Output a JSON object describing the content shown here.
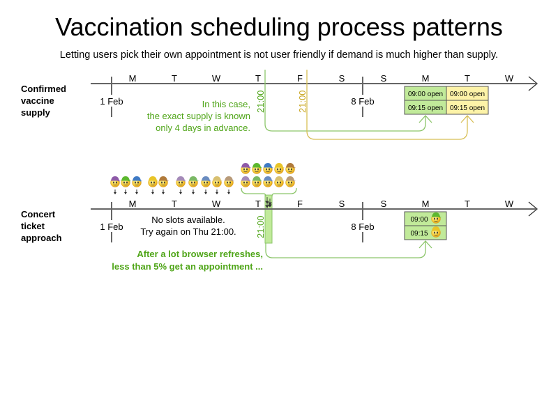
{
  "title": "Vaccination scheduling process patterns",
  "subtitle": "Letting users pick their own appointment is not user friendly if demand is much higher than supply.",
  "colors": {
    "axis": "#666666",
    "green": "#4fa518",
    "green_line": "#8cc56a",
    "green_fill": "#c1ea9a",
    "yellow": "#c8a51e",
    "yellow_line": "#d8bf55",
    "yellow_fill": "#fdf3a8"
  },
  "day_labels": [
    "M",
    "T",
    "W",
    "T",
    "F",
    "S",
    "S",
    "M",
    "T",
    "W"
  ],
  "dates": [
    "1 Feb",
    "8 Feb"
  ],
  "rows": [
    {
      "id": "confirmed",
      "label_lines": [
        "Confirmed",
        "vaccine",
        "supply"
      ],
      "note_lines": [
        "In this case,",
        "the exact supply is known",
        "only 4 days in advance."
      ],
      "release_times": [
        {
          "time": "21:00",
          "day": "Thu",
          "color": "green"
        },
        {
          "time": "21:00",
          "day": "Fri",
          "color": "yellow"
        }
      ],
      "slots": [
        {
          "day": "Mon",
          "time": "09:00",
          "status": "open",
          "color": "green"
        },
        {
          "day": "Mon",
          "time": "09:15",
          "status": "open",
          "color": "green"
        },
        {
          "day": "Tue",
          "time": "09:00",
          "status": "open",
          "color": "yellow"
        },
        {
          "day": "Tue",
          "time": "09:15",
          "status": "open",
          "color": "yellow"
        }
      ]
    },
    {
      "id": "concert",
      "label_lines": [
        "Concert",
        "ticket",
        "approach"
      ],
      "note_lines": [
        "No slots available.",
        "Try again on Thu 21:00."
      ],
      "release_times": [
        {
          "time": "21:00",
          "day": "Thu",
          "color": "green"
        }
      ],
      "outcome_lines": [
        "After a lot browser refreshes,",
        "less than 5% get an appointment ..."
      ],
      "waiting_users": [
        {
          "day": "M",
          "hats": [
            "#8e5aa8",
            "#5cb82e",
            "#3f7ac4"
          ]
        },
        {
          "day": "T",
          "hats": [
            "#e8c428",
            "#b07a3a"
          ]
        },
        {
          "day": "W",
          "hats": [
            "#a48ab8",
            "#7ab865",
            "#6a8cc0",
            "#d8c070",
            "#b89a78"
          ]
        }
      ],
      "crowd_top_hats": [
        "#8e5aa8",
        "#5cb82e",
        "#3f7ac4",
        "#e8c428",
        "#b07a3a"
      ],
      "crowd_bottom_hats": [
        "#a48ab8",
        "#7ab865",
        "#6a8cc0",
        "#d8c070",
        "#b89a78"
      ],
      "slots": [
        {
          "day": "Mon",
          "time": "09:00",
          "status": "booked",
          "hat": "#5cb82e"
        },
        {
          "day": "Mon",
          "time": "09:15",
          "status": "booked",
          "hat": "#e8c428"
        }
      ]
    }
  ]
}
